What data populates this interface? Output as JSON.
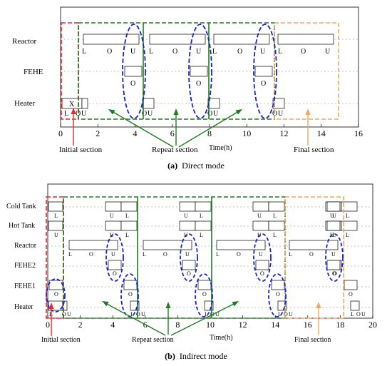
{
  "panels": [
    {
      "id": "a",
      "letter": "(a)",
      "caption": "Direct mode",
      "xticks": [
        "0",
        "2",
        "4",
        "6",
        "8",
        "10",
        "12",
        "14",
        "16"
      ],
      "xlabel": "Time(h)",
      "rows": [
        "Reactor",
        "FEHE",
        "Heater"
      ],
      "box_labels": {
        "reactor": [
          "L",
          "O",
          "U"
        ],
        "fehe": [
          "O"
        ],
        "heater_initial": [
          "L",
          "X"
        ],
        "heater_repeat": [
          "O",
          "U"
        ],
        "heater_final": [
          "O",
          "U"
        ]
      },
      "sections": {
        "initial": "Initial section",
        "repeat": "Repeat section",
        "final": "Final section"
      }
    },
    {
      "id": "b",
      "letter": "(b)",
      "caption": "Indirect mode",
      "xticks": [
        "0",
        "2",
        "4",
        "6",
        "8",
        "10",
        "12",
        "14",
        "16",
        "18",
        "20"
      ],
      "xlabel": "Time(h)",
      "rows": [
        "Cold Tank",
        "Hot Tank",
        "Reactor",
        "FEHE2",
        "FEHE1",
        "Heater"
      ],
      "box_labels": {
        "L": "L",
        "O": "O",
        "U": "U"
      },
      "sections": {
        "initial": "Initial section",
        "repeat": "Repeat section",
        "final": "Final section"
      }
    }
  ],
  "colors": {
    "initial": "#e8282b",
    "repeat": "#1e7d1e",
    "final": "#f5a65b",
    "ellipse": "#1a24cc",
    "axis": "#000000",
    "grid": "#888888"
  }
}
